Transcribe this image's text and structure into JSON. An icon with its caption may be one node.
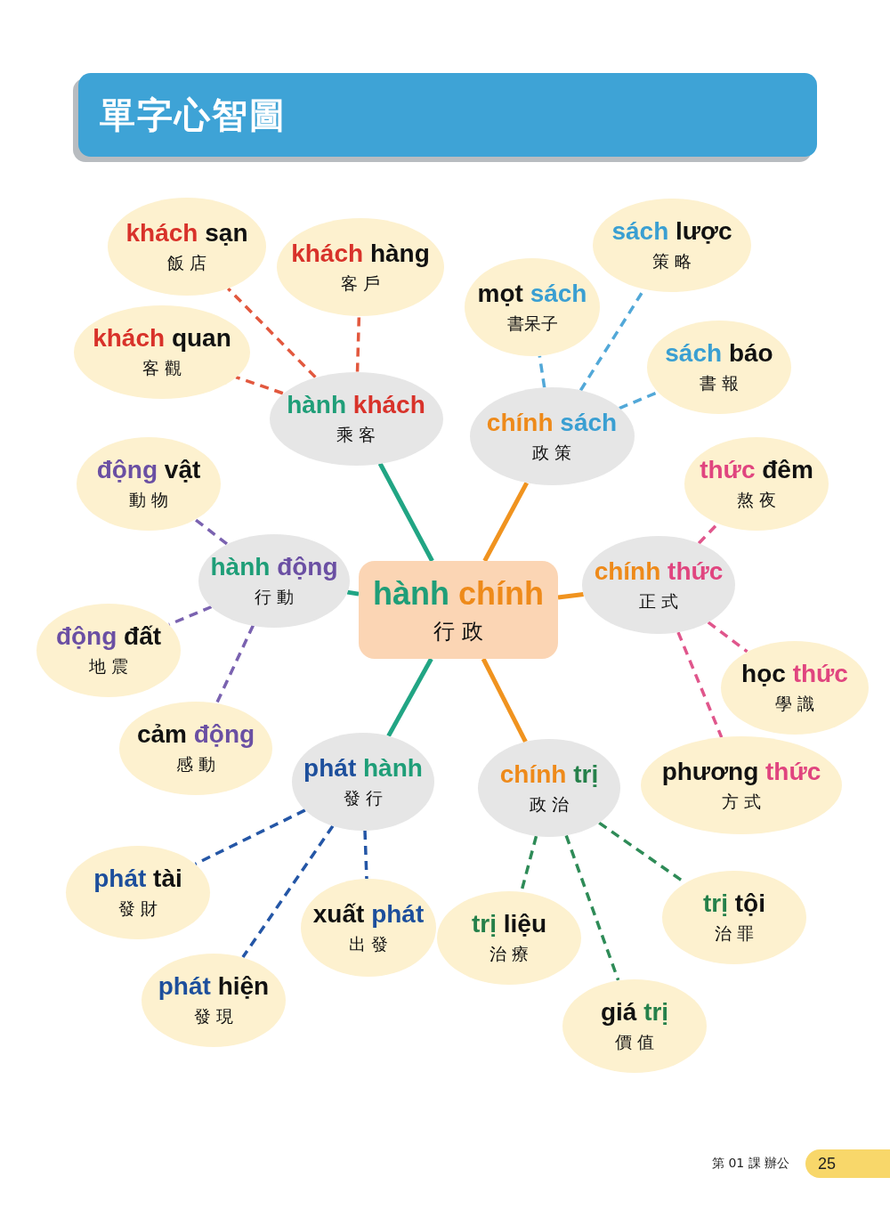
{
  "diagram": {
    "title": "單字心智圖",
    "nodes": [
      {
        "text": [
          "hành chính",
          "行 政"
        ]
      },
      {
        "text": [
          "hành khách",
          "乘 客"
        ]
      },
      {
        "text": [
          "chính sách",
          "政 策"
        ]
      },
      {
        "text": [
          "hành động",
          "行 動"
        ]
      },
      {
        "text": [
          "chính thức",
          "正 式"
        ]
      },
      {
        "text": [
          "phát hành",
          "發 行"
        ]
      },
      {
        "text": [
          "chính trị",
          "政 治"
        ]
      },
      {
        "text": [
          "khách sạn",
          "飯 店"
        ]
      },
      {
        "text": [
          "khách hàng",
          "客 戶"
        ]
      },
      {
        "text": [
          "khách quan",
          "客 觀"
        ]
      },
      {
        "text": [
          "mọt sách",
          "書呆子"
        ]
      },
      {
        "text": [
          "sách lược",
          "策 略"
        ]
      },
      {
        "text": [
          "sách báo",
          "書 報"
        ]
      },
      {
        "text": [
          "động vật",
          "動 物"
        ]
      },
      {
        "text": [
          "động đất",
          "地 震"
        ]
      },
      {
        "text": [
          "cảm động",
          "感 動"
        ]
      },
      {
        "text": [
          "thức đêm",
          "熬 夜"
        ]
      },
      {
        "text": [
          "học thức",
          "學 識"
        ]
      },
      {
        "text": [
          "phương thức",
          "方 式"
        ]
      },
      {
        "text": [
          "phát tài",
          "發 財"
        ]
      },
      {
        "text": [
          "xuất phát",
          "出 發"
        ]
      },
      {
        "text": [
          "phát hiện",
          "發 現"
        ]
      },
      {
        "text": [
          "trị liệu",
          "治 療"
        ]
      },
      {
        "text": [
          "trị tội",
          "治 罪"
        ]
      },
      {
        "text": [
          "giá trị",
          "價 值"
        ]
      }
    ],
    "edges": [
      {
        "from": 0,
        "to": 1,
        "arrow": "none",
        "color": "#21a584"
      },
      {
        "from": 0,
        "to": 2,
        "arrow": "none",
        "color": "#f0931f"
      },
      {
        "from": 0,
        "to": 3,
        "arrow": "none",
        "color": "#21a584"
      },
      {
        "from": 0,
        "to": 4,
        "arrow": "none",
        "color": "#f0931f"
      },
      {
        "from": 0,
        "to": 5,
        "arrow": "none",
        "color": "#21a584"
      },
      {
        "from": 0,
        "to": 6,
        "arrow": "none",
        "color": "#f0931f"
      },
      {
        "from": 1,
        "to": 7,
        "arrow": "none",
        "style": "dashed",
        "color": "#e2583e"
      },
      {
        "from": 1,
        "to": 8,
        "arrow": "none",
        "style": "dashed",
        "color": "#e2583e"
      },
      {
        "from": 1,
        "to": 9,
        "arrow": "none",
        "style": "dashed",
        "color": "#e2583e"
      },
      {
        "from": 2,
        "to": 10,
        "arrow": "none",
        "style": "dashed",
        "color": "#52a8d8"
      },
      {
        "from": 2,
        "to": 11,
        "arrow": "none",
        "style": "dashed",
        "color": "#52a8d8"
      },
      {
        "from": 2,
        "to": 12,
        "arrow": "none",
        "style": "dashed",
        "color": "#52a8d8"
      },
      {
        "from": 3,
        "to": 13,
        "arrow": "none",
        "style": "dashed",
        "color": "#7a62b0"
      },
      {
        "from": 3,
        "to": 14,
        "arrow": "none",
        "style": "dashed",
        "color": "#7a62b0"
      },
      {
        "from": 3,
        "to": 15,
        "arrow": "none",
        "style": "dashed",
        "color": "#7a62b0"
      },
      {
        "from": 4,
        "to": 16,
        "arrow": "none",
        "style": "dashed",
        "color": "#e0568c"
      },
      {
        "from": 4,
        "to": 17,
        "arrow": "none",
        "style": "dashed",
        "color": "#e0568c"
      },
      {
        "from": 4,
        "to": 18,
        "arrow": "none",
        "style": "dashed",
        "color": "#e0568c"
      },
      {
        "from": 5,
        "to": 19,
        "arrow": "none",
        "style": "dashed",
        "color": "#2456a6"
      },
      {
        "from": 5,
        "to": 20,
        "arrow": "none",
        "style": "dashed",
        "color": "#2456a6"
      },
      {
        "from": 5,
        "to": 21,
        "arrow": "none",
        "style": "dashed",
        "color": "#2456a6"
      },
      {
        "from": 6,
        "to": 22,
        "arrow": "none",
        "style": "dashed",
        "color": "#2e8b57"
      },
      {
        "from": 6,
        "to": 23,
        "arrow": "none",
        "style": "dashed",
        "color": "#2e8b57"
      },
      {
        "from": 6,
        "to": 24,
        "arrow": "none",
        "style": "dashed",
        "color": "#2e8b57"
      }
    ],
    "labels": [
      "第 01 課 辦公",
      "25"
    ]
  }
}
